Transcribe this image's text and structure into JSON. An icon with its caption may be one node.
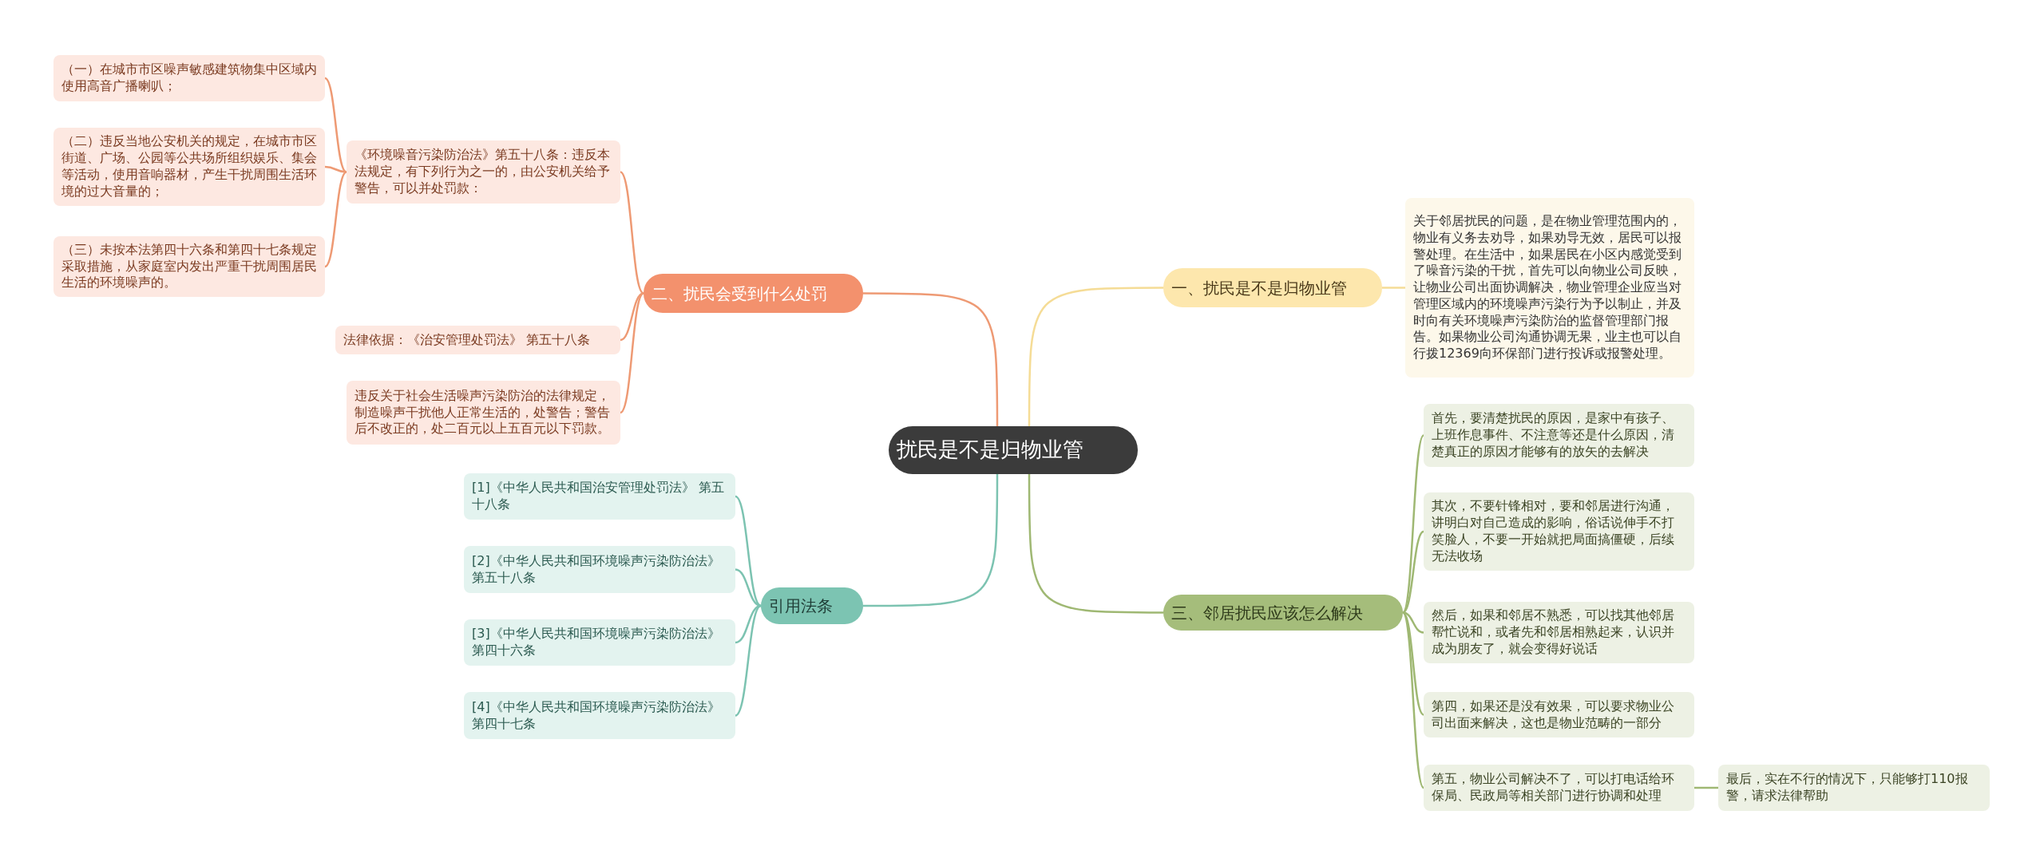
{
  "diagram": {
    "nodes": [
      {
        "text": [
          "扰民是不是归物业管"
        ]
      },
      {
        "text": [
          "一、扰民是不是归物业管"
        ]
      },
      {
        "text": [
          "关于邻居扰民的问题，是在物业管理范围内的，物业有义务去劝导，如果劝导无效，居民可以报警处理。在生活中，如果居民在小区内感觉受到了噪音污染的干扰，首先可以向物业公司反映，让物业公司出面协调解决，物业管理企业应当对管理区域内的环境噪声污染行为予以制止，并及时向有关环境噪声污染防治的监督管理部门报告。如果物业公司沟通协调无果，业主也可以自行拨12369向环保部门进行投诉或报警处理。"
        ]
      },
      {
        "text": [
          "二、扰民会受到什么处罚"
        ]
      },
      {
        "text": [
          "《环境噪音污染防治法》第五十八条：违反本法规定，有下列行为之一的，由公安机关给予警告，可以并处罚款："
        ]
      },
      {
        "text": [
          "（一）在城市市区噪声敏感建筑物集中区域内使用高音广播喇叭；"
        ]
      },
      {
        "text": [
          "（二）违反当地公安机关的规定，在城市市区街道、广场、公园等公共场所组织娱乐、集会等活动，使用音响器材，产生干扰周围生活环境的过大音量的；"
        ]
      },
      {
        "text": [
          "（三）未按本法第四十六条和第四十七条规定采取措施，从家庭室内发出严重干扰周围居民生活的环境噪声的。"
        ]
      },
      {
        "text": [
          "法律依据：《治安管理处罚法》 第五十八条"
        ]
      },
      {
        "text": [
          "违反关于社会生活噪声污染防治的法律规定，制造噪声干扰他人正常生活的，处警告；警告后不改正的，处二百元以上五百元以下罚款。"
        ]
      },
      {
        "text": [
          "三、邻居扰民应该怎么解决"
        ]
      },
      {
        "text": [
          "首先，要清楚扰民的原因，是家中有孩子、上班作息事件、不注意等还是什么原因，清楚真正的原因才能够有的放矢的去解决"
        ]
      },
      {
        "text": [
          "其次，不要针锋相对，要和邻居进行沟通，讲明白对自己造成的影响，俗话说伸手不打笑脸人，不要一开始就把局面搞僵硬，后续无法收场"
        ]
      },
      {
        "text": [
          "然后，如果和邻居不熟悉，可以找其他邻居帮忙说和，或者先和邻居相熟起来，认识并成为朋友了，就会变得好说话"
        ]
      },
      {
        "text": [
          "第四，如果还是没有效果，可以要求物业公司出面来解决，这也是物业范畴的一部分"
        ]
      },
      {
        "text": [
          "第五，物业公司解决不了，可以打电话给环保局、民政局等相关部门进行协调和处理"
        ]
      },
      {
        "text": [
          "最后，实在不行的情况下，只能够打110报警，请求法律帮助"
        ]
      },
      {
        "text": [
          "引用法条"
        ]
      },
      {
        "text": [
          "[1]《中华人民共和国治安管理处罚法》 第五十八条"
        ]
      },
      {
        "text": [
          "[2]《中华人民共和国环境噪声污染防治法》第五十八条"
        ]
      },
      {
        "text": [
          "[3]《中华人民共和国环境噪声污染防治法》第四十六条"
        ]
      },
      {
        "text": [
          "[4]《中华人民共和国环境噪声污染防治法》第四十七条"
        ]
      }
    ],
    "edges": [
      {
        "from": 0,
        "to": 1,
        "arrow": "none",
        "color": "#f5dc96"
      },
      {
        "from": 1,
        "to": 2,
        "arrow": "none",
        "color": "#f5dc96"
      },
      {
        "from": 0,
        "to": 3,
        "arrow": "none",
        "color": "#ee9a74"
      },
      {
        "from": 3,
        "to": 4,
        "arrow": "none",
        "color": "#ee9a74"
      },
      {
        "from": 4,
        "to": 5,
        "arrow": "none",
        "color": "#ee9a74"
      },
      {
        "from": 4,
        "to": 6,
        "arrow": "none",
        "color": "#ee9a74"
      },
      {
        "from": 4,
        "to": 7,
        "arrow": "none",
        "color": "#ee9a74"
      },
      {
        "from": 3,
        "to": 8,
        "arrow": "none",
        "color": "#ee9a74"
      },
      {
        "from": 3,
        "to": 9,
        "arrow": "none",
        "color": "#ee9a74"
      },
      {
        "from": 0,
        "to": 10,
        "arrow": "none",
        "color": "#9fb873"
      },
      {
        "from": 10,
        "to": 11,
        "arrow": "none",
        "color": "#9fb873"
      },
      {
        "from": 10,
        "to": 12,
        "arrow": "none",
        "color": "#9fb873"
      },
      {
        "from": 10,
        "to": 13,
        "arrow": "none",
        "color": "#9fb873"
      },
      {
        "from": 10,
        "to": 14,
        "arrow": "none",
        "color": "#9fb873"
      },
      {
        "from": 10,
        "to": 15,
        "arrow": "none",
        "color": "#9fb873"
      },
      {
        "from": 15,
        "to": 16,
        "arrow": "none",
        "color": "#9fb873"
      },
      {
        "from": 0,
        "to": 17,
        "arrow": "none",
        "color": "#7cc3b1"
      },
      {
        "from": 17,
        "to": 18,
        "arrow": "none",
        "color": "#7cc3b1"
      },
      {
        "from": 17,
        "to": 19,
        "arrow": "none",
        "color": "#7cc3b1"
      },
      {
        "from": 17,
        "to": 20,
        "arrow": "none",
        "color": "#7cc3b1"
      },
      {
        "from": 17,
        "to": 21,
        "arrow": "none",
        "color": "#7cc3b1"
      }
    ]
  }
}
